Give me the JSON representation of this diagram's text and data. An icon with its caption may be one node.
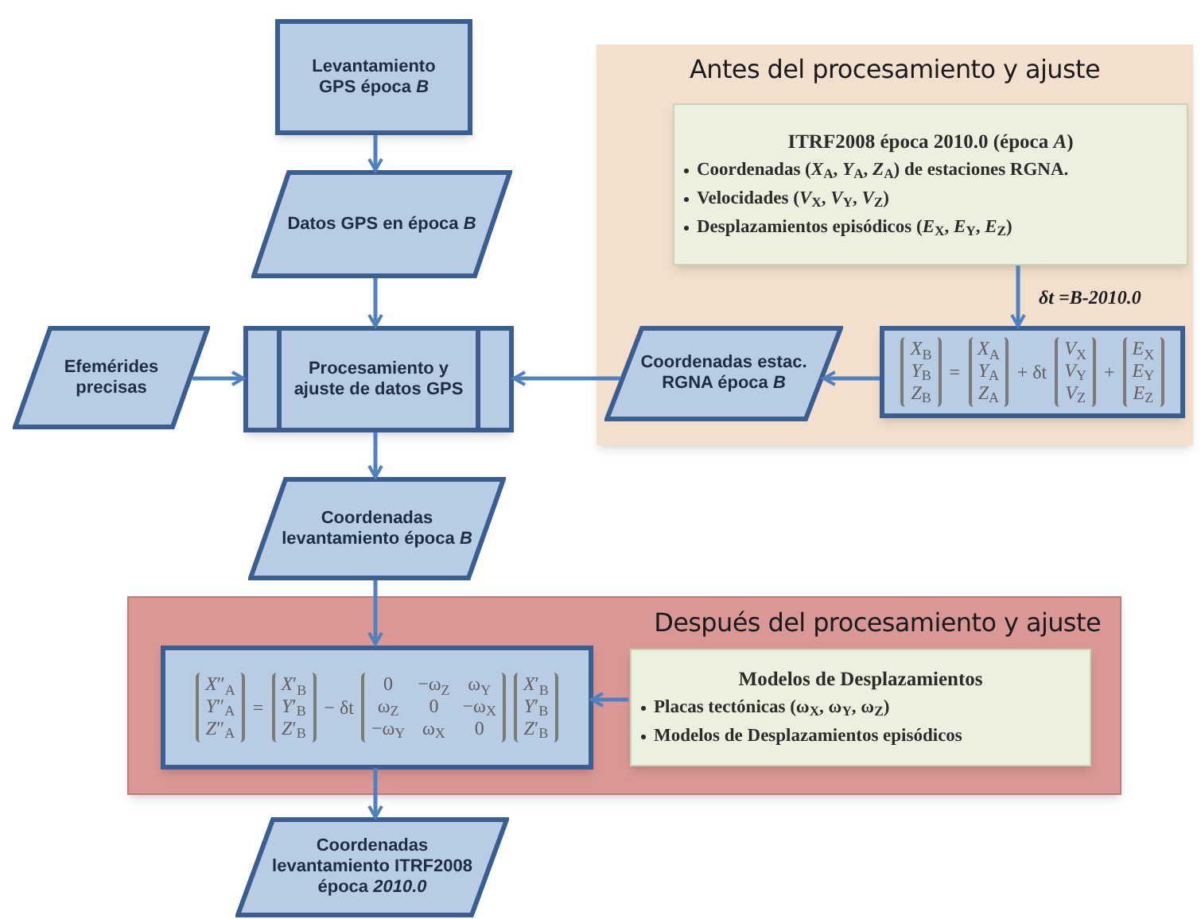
{
  "diagram": {
    "nodes": [
      {
        "text": [
          "Levantamiento GPS época *B*"
        ]
      },
      {
        "text": [
          "Datos GPS en época *B*"
        ]
      },
      {
        "text": [
          "Efemérides precisas"
        ]
      },
      {
        "text": [
          "Procesamiento y ajuste de datos GPS"
        ]
      },
      {
        "text": [
          "Antes del procesamiento y ajuste"
        ]
      },
      {
        "text": [
          "ITRF2008 época 2010.0 (época *A*)",
          "Coordenadas (*X*$_{A}$, *Y*$_{A}$, *Z*$_{A}$) de estaciones RGNA.",
          "Velocidades (*V*$_{X}$, *V*$_{Y}$, *V*$_{Z}$)",
          "Desplazamientos episódicos (*E*$_{X}$, *E*$_{Y}$, *E*$_{Z}$)"
        ],
        "in": 4
      },
      {
        "text": [
          "*X*$_{B}$",
          "*Y*$_{B}$",
          "*Z*$_{B}$",
          "=",
          "*X*$_{A}$",
          "*Y*$_{A}$",
          "*Z*$_{A}$",
          "+ δt",
          "*V*$_{X}$",
          "*V*$_{Y}$",
          "*V*$_{Z}$",
          "+",
          "*E*$_{X}$",
          "*E*$_{Y}$",
          "*E*$_{Z}$"
        ],
        "in": 4
      },
      {
        "text": [
          "Coordenadas estac. RGNA época *B*"
        ],
        "in": 4
      },
      {
        "text": [
          "Coordenadas levantamiento época *B*"
        ]
      },
      {
        "text": [
          "Después del procesamiento y ajuste"
        ]
      },
      {
        "text": [
          "*X*″$_{A}$",
          "*Y*″$_{A}$",
          "*Z*″$_{A}$",
          "=",
          "*X*′$_{B}$",
          "*Y*′$_{B}$",
          "*Z*′$_{B}$",
          "− δt",
          "0",
          "−ω$_{Z}$",
          "ω$_{Y}$",
          "ω$_{Z}$",
          "0",
          "−ω$_{X}$",
          "−ω$_{Y}$",
          "ω$_{X}$",
          "0",
          "*X*′$_{B}$",
          "*Y*′$_{B}$",
          "*Z*′$_{B}$"
        ],
        "in": 9
      },
      {
        "text": [
          "Modelos de Desplazamientos",
          "Placas tectónicas (ω$_{X}$, ω$_{Y}$, ω$_{Z}$)",
          "Modelos de Desplazamientos episódicos"
        ],
        "in": 9
      },
      {
        "text": [
          "Coordenadas levantamiento ITRF2008 época *2010.0*"
        ]
      }
    ],
    "edges": [
      {
        "from": 0,
        "to": 1,
        "arrow": "to"
      },
      {
        "from": 1,
        "to": 3,
        "arrow": "to"
      },
      {
        "from": 2,
        "to": 3,
        "arrow": "to"
      },
      {
        "from": 7,
        "to": 3,
        "arrow": "to"
      },
      {
        "from": 5,
        "to": 6,
        "arrow": "to",
        "label": "δt =B-2010.0"
      },
      {
        "from": 6,
        "to": 7,
        "arrow": "to"
      },
      {
        "from": 3,
        "to": 8,
        "arrow": "to"
      },
      {
        "from": 8,
        "to": 10,
        "arrow": "to"
      },
      {
        "from": 11,
        "to": 10,
        "arrow": "to"
      },
      {
        "from": 10,
        "to": 12,
        "arrow": "to"
      }
    ]
  }
}
